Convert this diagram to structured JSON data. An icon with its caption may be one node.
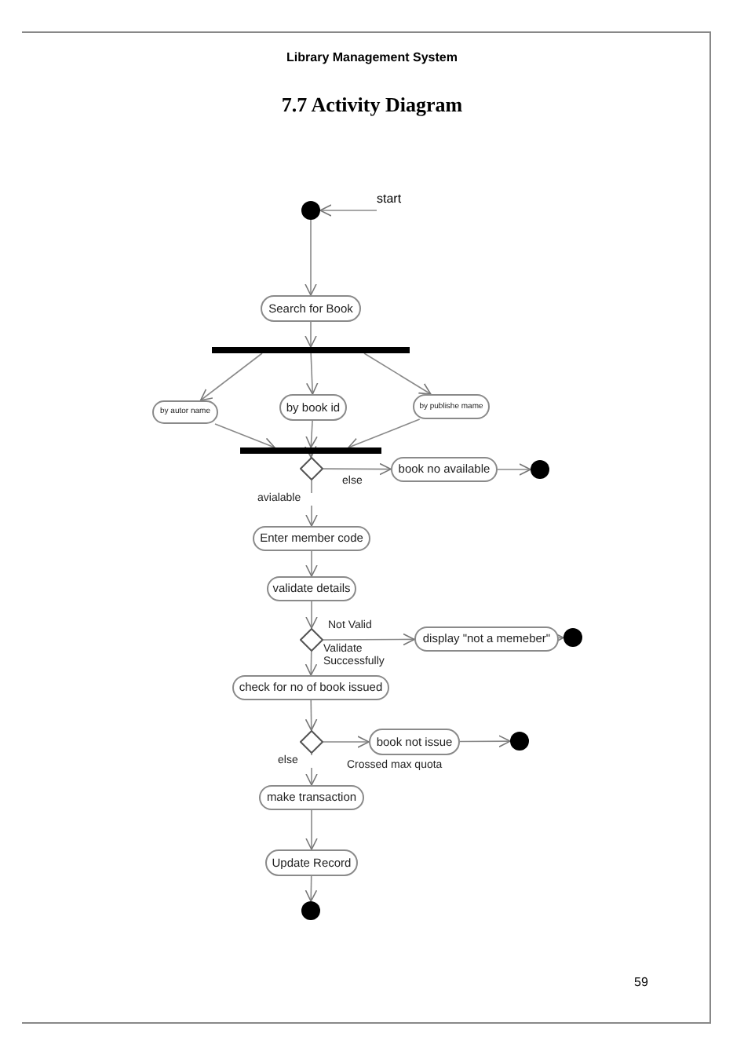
{
  "diagram": {
    "title": "7.7 Activity Diagram",
    "nodes": [
      {
        "text": [],
        "shape": "circle"
      },
      {
        "text": [
          "start"
        ]
      },
      {
        "text": [
          "Search for Book"
        ]
      },
      {
        "text": [],
        "shape": "bar"
      },
      {
        "text": [
          "by autor name"
        ]
      },
      {
        "text": [
          "by book id"
        ]
      },
      {
        "text": [
          "by publishe mame"
        ]
      },
      {
        "text": [],
        "shape": "bar"
      },
      {
        "text": [],
        "shape": "diamond"
      },
      {
        "text": [
          "book no available"
        ]
      },
      {
        "text": [],
        "shape": "circle"
      },
      {
        "text": [
          "Enter member code"
        ]
      },
      {
        "text": [
          "validate details"
        ]
      },
      {
        "text": [],
        "shape": "diamond"
      },
      {
        "text": [
          "display \"not a memeber\""
        ]
      },
      {
        "text": [],
        "shape": "circle"
      },
      {
        "text": [
          "check for no of book issued"
        ]
      },
      {
        "text": [],
        "shape": "diamond"
      },
      {
        "text": [
          "book not issue"
        ]
      },
      {
        "text": [],
        "shape": "circle"
      },
      {
        "text": [
          "make transaction"
        ]
      },
      {
        "text": [
          "Update Record"
        ]
      },
      {
        "text": [],
        "shape": "circle"
      }
    ],
    "edges": [
      {
        "from": 1,
        "to": 0,
        "arrow": "to"
      },
      {
        "from": 0,
        "to": 2,
        "arrow": "to"
      },
      {
        "from": 2,
        "to": 3,
        "arrow": "to"
      },
      {
        "from": 3,
        "to": 4,
        "arrow": "to"
      },
      {
        "from": 3,
        "to": 5,
        "arrow": "to"
      },
      {
        "from": 3,
        "to": 6,
        "arrow": "to"
      },
      {
        "from": 4,
        "to": 7,
        "arrow": "to"
      },
      {
        "from": 5,
        "to": 7,
        "arrow": "to"
      },
      {
        "from": 6,
        "to": 7,
        "arrow": "to"
      },
      {
        "from": 7,
        "to": 8,
        "arrow": "to"
      },
      {
        "from": 8,
        "to": 9,
        "arrow": "to",
        "label": "else"
      },
      {
        "from": 9,
        "to": 10,
        "arrow": "to"
      },
      {
        "from": 8,
        "to": 11,
        "arrow": "to",
        "label": "avialable"
      },
      {
        "from": 11,
        "to": 12,
        "arrow": "to"
      },
      {
        "from": 12,
        "to": 13,
        "arrow": "to"
      },
      {
        "from": 13,
        "to": 14,
        "arrow": "to",
        "label": "Not Valid"
      },
      {
        "from": 14,
        "to": 15,
        "arrow": "to"
      },
      {
        "from": 13,
        "to": 16,
        "arrow": "to",
        "label": "Validate Successfully"
      },
      {
        "from": 16,
        "to": 17,
        "arrow": "to"
      },
      {
        "from": 17,
        "to": 18,
        "arrow": "to",
        "label": "Crossed max quota"
      },
      {
        "from": 18,
        "to": 19,
        "arrow": "to"
      },
      {
        "from": 17,
        "to": 20,
        "arrow": "to",
        "label": "else"
      },
      {
        "from": 20,
        "to": 21,
        "arrow": "to"
      },
      {
        "from": 21,
        "to": 22,
        "arrow": "to"
      }
    ],
    "labels": [
      "Library Management System",
      "59"
    ]
  }
}
